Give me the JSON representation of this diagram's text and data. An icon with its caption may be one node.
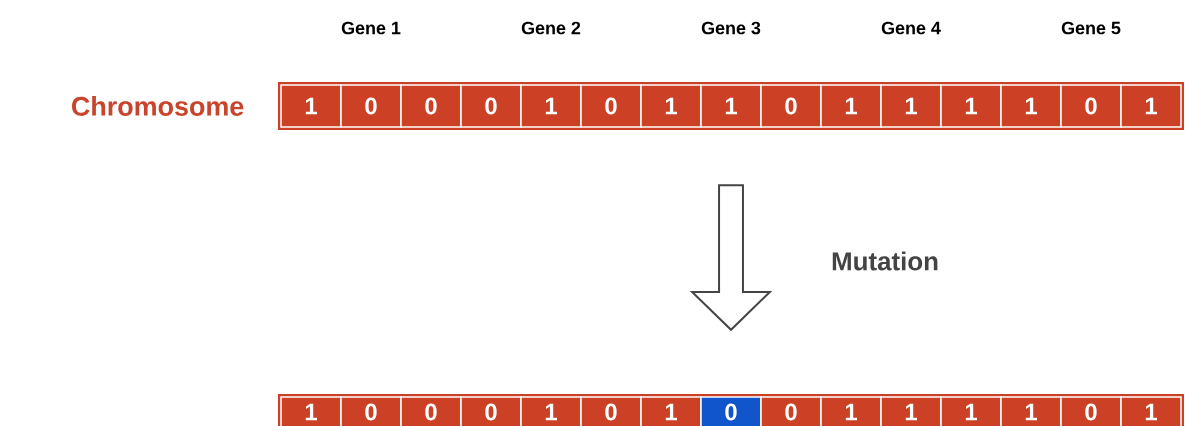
{
  "diagram": {
    "nodes": [
      {
        "text": [],
        "shape": "bar",
        "beside": [
          "Chromosome"
        ]
      },
      {
        "text": [
          "1"
        ],
        "in": 0
      },
      {
        "text": [
          "0"
        ],
        "in": 0
      },
      {
        "text": [
          "0"
        ],
        "in": 0
      },
      {
        "text": [
          "0"
        ],
        "in": 0
      },
      {
        "text": [
          "1"
        ],
        "in": 0
      },
      {
        "text": [
          "0"
        ],
        "in": 0
      },
      {
        "text": [
          "1"
        ],
        "in": 0
      },
      {
        "text": [
          "1"
        ],
        "in": 0
      },
      {
        "text": [
          "0"
        ],
        "in": 0
      },
      {
        "text": [
          "1"
        ],
        "in": 0
      },
      {
        "text": [
          "1"
        ],
        "in": 0
      },
      {
        "text": [
          "1"
        ],
        "in": 0
      },
      {
        "text": [
          "1"
        ],
        "in": 0
      },
      {
        "text": [
          "0"
        ],
        "in": 0
      },
      {
        "text": [
          "1"
        ],
        "in": 0
      },
      {
        "text": [],
        "shape": "bar"
      },
      {
        "text": [
          "1"
        ],
        "in": 16
      },
      {
        "text": [
          "0"
        ],
        "in": 16
      },
      {
        "text": [
          "0"
        ],
        "in": 16
      },
      {
        "text": [
          "0"
        ],
        "in": 16
      },
      {
        "text": [
          "1"
        ],
        "in": 16
      },
      {
        "text": [
          "0"
        ],
        "in": 16
      },
      {
        "text": [
          "1"
        ],
        "in": 16
      },
      {
        "text": [
          "0"
        ],
        "in": 16
      },
      {
        "text": [
          "0"
        ],
        "in": 16
      },
      {
        "text": [
          "1"
        ],
        "in": 16
      },
      {
        "text": [
          "1"
        ],
        "in": 16
      },
      {
        "text": [
          "1"
        ],
        "in": 16
      },
      {
        "text": [
          "1"
        ],
        "in": 16
      },
      {
        "text": [
          "0"
        ],
        "in": 16
      },
      {
        "text": [
          "1"
        ],
        "in": 16
      }
    ],
    "edges": [
      {
        "from": 0,
        "to": 16,
        "arrow": "to",
        "label": "Mutation"
      }
    ],
    "labels": [
      "Gene 1",
      "Gene 2",
      "Gene 3",
      "Gene 4",
      "Gene 5"
    ]
  }
}
